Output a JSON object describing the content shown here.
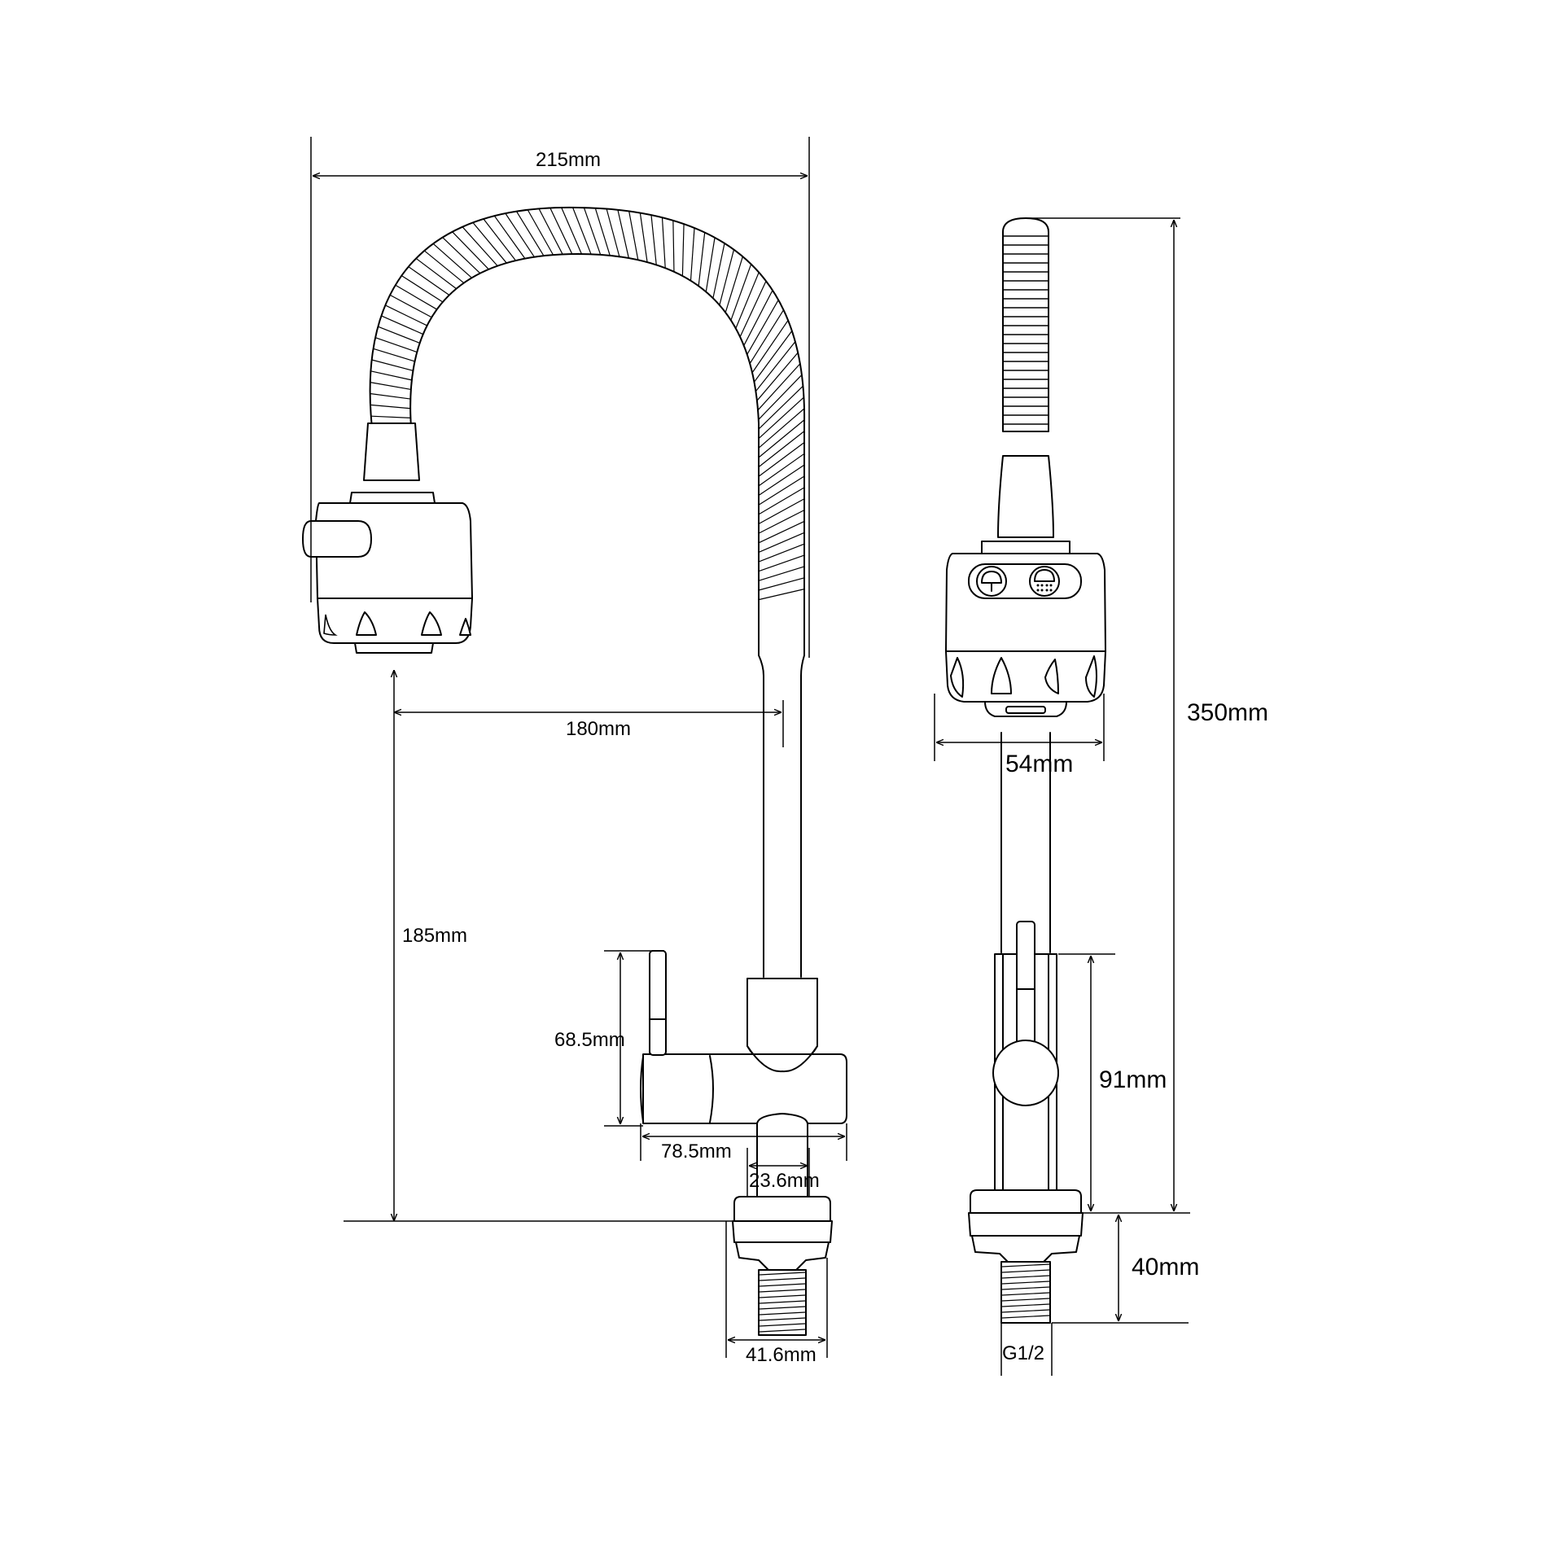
{
  "dimensions": {
    "spout_reach": "215mm",
    "aerator_reach": "180mm",
    "aerator_height": "185mm",
    "lever_height": "68.5mm",
    "body_length": "78.5mm",
    "base_diameter": "23.6mm",
    "thread_diameter": "41.6mm",
    "total_height": "350mm",
    "head_width": "54mm",
    "body_height": "91mm",
    "thread_length": "40mm",
    "thread_size": "G1/2"
  }
}
